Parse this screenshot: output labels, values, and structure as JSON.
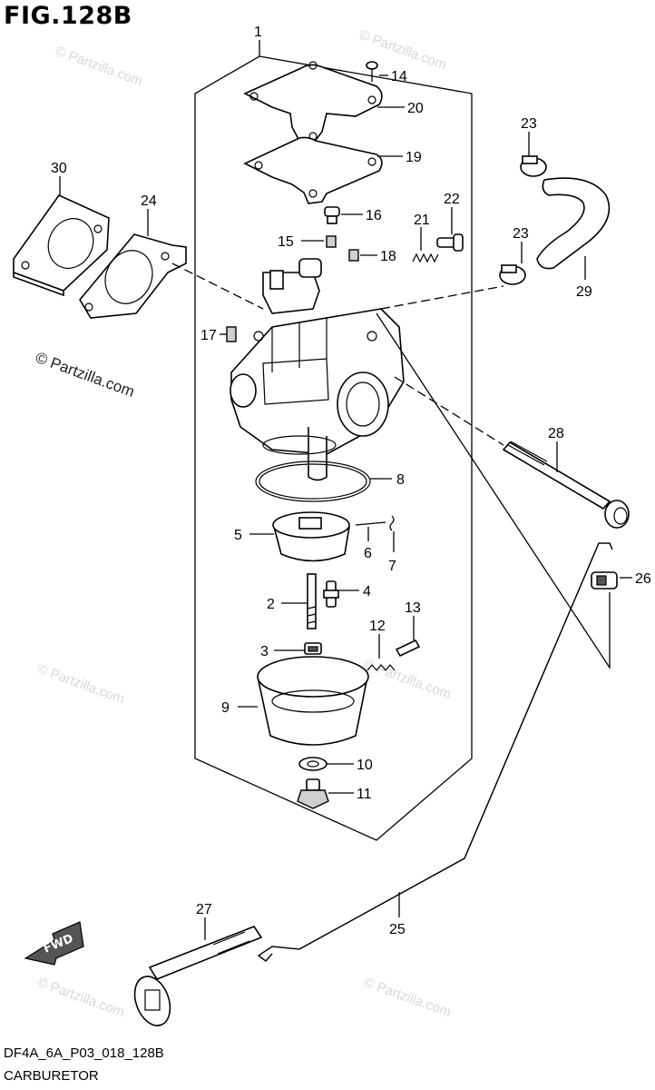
{
  "figure": {
    "title": "FIG.128B",
    "code": "DF4A_6A_P03_018_128B",
    "description": "CARBURETOR",
    "fwd_label": "FWD"
  },
  "watermarks": {
    "copyright": "© Partzilla.com",
    "plain": "© Partzilla.com"
  },
  "callouts": {
    "c1": "1",
    "c2": "2",
    "c3": "3",
    "c4": "4",
    "c5": "5",
    "c6": "6",
    "c7": "7",
    "c8": "8",
    "c9": "9",
    "c10": "10",
    "c11": "11",
    "c12": "12",
    "c13": "13",
    "c14": "14",
    "c15": "15",
    "c16": "16",
    "c17": "17",
    "c18": "18",
    "c19": "19",
    "c20": "20",
    "c21": "21",
    "c22": "22",
    "c23a": "23",
    "c23b": "23",
    "c24": "24",
    "c25": "25",
    "c26": "26",
    "c27": "27",
    "c28": "28",
    "c29": "29",
    "c30": "30"
  }
}
